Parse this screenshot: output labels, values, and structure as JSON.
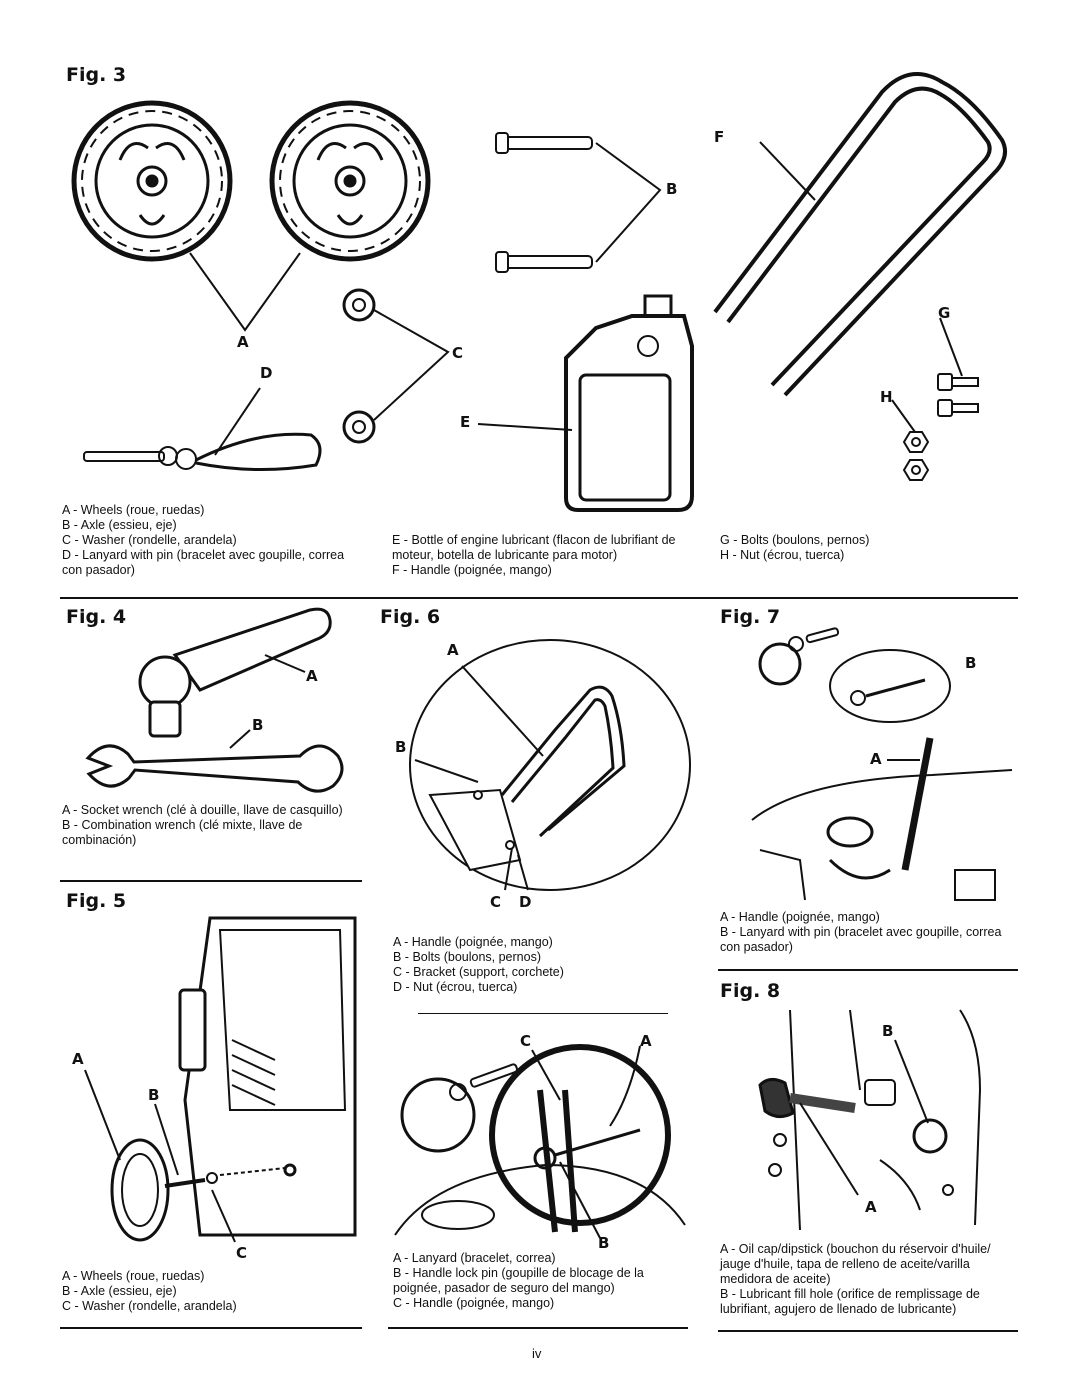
{
  "page": {
    "number": "iv"
  },
  "fig3": {
    "title": "Fig. 3",
    "callouts": {
      "a": "A",
      "b": "B",
      "c": "C",
      "d": "D",
      "e": "E",
      "f": "F",
      "g": "G",
      "h": "H"
    },
    "legend_left": [
      "A - Wheels (roue, ruedas)",
      "B - Axle (essieu, eje)",
      "C - Washer (rondelle, arandela)",
      "D - Lanyard with pin (bracelet avec goupille, correa con pasador)"
    ],
    "legend_mid": [
      "E - Bottle of engine lubricant (flacon de lubrifiant de moteur, botella de lubricante para motor)",
      "F - Handle (poignée, mango)"
    ],
    "legend_right": [
      "G - Bolts (boulons, pernos)",
      "H - Nut (écrou, tuerca)"
    ]
  },
  "fig4": {
    "title": "Fig. 4",
    "callouts": {
      "a": "A",
      "b": "B"
    },
    "legend": [
      "A - Socket wrench (clé à douille, llave de casquillo)",
      "B - Combination wrench (clé mixte, llave de combinación)"
    ]
  },
  "fig5": {
    "title": "Fig. 5",
    "callouts": {
      "a": "A",
      "b": "B",
      "c": "C"
    },
    "legend": [
      "A - Wheels (roue, ruedas)",
      "B - Axle (essieu, eje)",
      "C - Washer (rondelle, arandela)"
    ]
  },
  "fig6": {
    "title": "Fig. 6",
    "callouts": {
      "a": "A",
      "b": "B",
      "c": "C",
      "d": "D"
    },
    "legend": [
      "A -  Handle (poignée, mango)",
      "B -  Bolts (boulons, pernos)",
      "C -  Bracket (support, corchete)",
      "D -  Nut (écrou, tuerca)"
    ],
    "lower_callouts": {
      "a": "A",
      "b": "B",
      "c": "C"
    },
    "lower_legend": [
      "A - Lanyard (bracelet, correa)",
      "B - Handle lock pin (goupille de blocage de la poignée, pasador de seguro del mango)",
      "C - Handle (poignée, mango)"
    ]
  },
  "fig7": {
    "title": "Fig. 7",
    "callouts": {
      "a": "A",
      "b": "B"
    },
    "legend": [
      "A - Handle (poignée, mango)",
      "B - Lanyard with pin (bracelet avec goupille, correa con pasador)"
    ]
  },
  "fig8": {
    "title": "Fig. 8",
    "callouts": {
      "a": "A",
      "b": "B"
    },
    "legend": [
      "A - Oil cap/dipstick (bouchon du réservoir d'huile/ jauge d'huile, tapa de relleno de aceite/varilla medidora de aceite)",
      "B - Lubricant fill hole (orifice de remplissage de lubrifiant, agujero de llenado de lubricante)"
    ]
  }
}
